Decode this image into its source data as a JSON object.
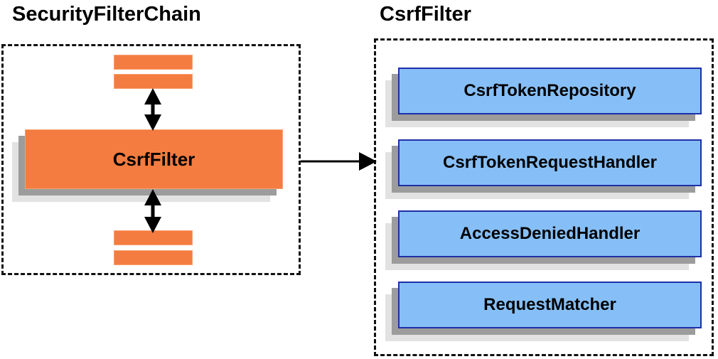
{
  "diagram": {
    "title_left": "SecurityFilterChain",
    "title_right": "CsrfFilter"
  },
  "left_panel": {
    "label": "SecurityFilterChain",
    "filter_node": {
      "label": "CsrfFilter"
    },
    "top_bars": [
      {
        "name": "filter-bar-top-1"
      },
      {
        "name": "filter-bar-top-2"
      }
    ],
    "bottom_bars": [
      {
        "name": "filter-bar-bottom-1"
      },
      {
        "name": "filter-bar-bottom-2"
      }
    ],
    "arrows": [
      {
        "name": "arrow-up-down-above-csrffilter",
        "type": "double-vertical"
      },
      {
        "name": "arrow-up-down-below-csrffilter",
        "type": "double-vertical"
      }
    ]
  },
  "right_panel": {
    "label": "CsrfFilter",
    "collaborators": [
      {
        "label": "CsrfTokenRepository"
      },
      {
        "label": "CsrfTokenRequestHandler"
      },
      {
        "label": "AccessDeniedHandler"
      },
      {
        "label": "RequestMatcher"
      }
    ]
  },
  "connector": {
    "name": "arrow-left-to-right",
    "type": "single-horizontal"
  },
  "colors": {
    "orange_fill": "#F47C40",
    "orange_border": "#F8A070",
    "blue_fill": "#86BFF7",
    "blue_border": "#1F2FA8",
    "shadow_dark": "#9C9C9C",
    "shadow_light": "#E2E2E2",
    "outline_dashed": "#111111",
    "text": "#000000",
    "background": "#FFFFFF"
  }
}
